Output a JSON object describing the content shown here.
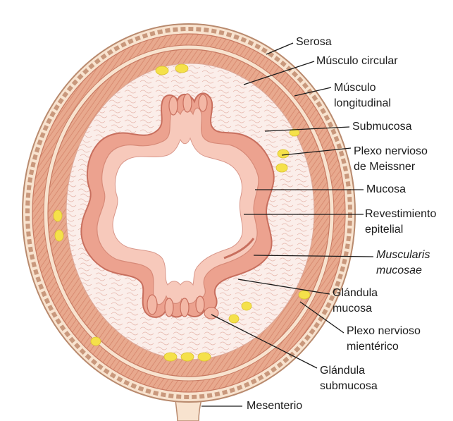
{
  "labels": {
    "serosa": "Serosa",
    "musculo_circular": "Músculo circular",
    "musculo_longitudinal_1": "Músculo",
    "musculo_longitudinal_2": "longitudinal",
    "submucosa": "Submucosa",
    "plexo_meissner_1": "Plexo nervioso",
    "plexo_meissner_2": "de Meissner",
    "mucosa": "Mucosa",
    "revestimiento_1": "Revestimiento",
    "revestimiento_2": "epitelial",
    "muscularis_1": "Muscularis",
    "muscularis_2": "mucosae",
    "glandula_mucosa_1": "Glándula",
    "glandula_mucosa_2": "mucosa",
    "plexo_mienterico_1": "Plexo nervioso",
    "plexo_mienterico_2": "mientérico",
    "glandula_submucosa_1": "Glándula",
    "glandula_submucosa_2": "submucosa",
    "mesenterio": "Mesenterio"
  },
  "colors": {
    "muscle": "#e8a98e",
    "muscle_hatch": "#d98c72",
    "serosa_fill": "#f8e3cf",
    "serosa_edge": "#b98a6e",
    "submucosa": "#fbeeea",
    "submucosa_texture": "#e6b8ad",
    "mucosa": "#eca28f",
    "mucosa_edge": "#c86f5e",
    "epithelium": "#f7c9bb",
    "plexus": "#f5e14a",
    "leader": "#1a1a1a"
  }
}
